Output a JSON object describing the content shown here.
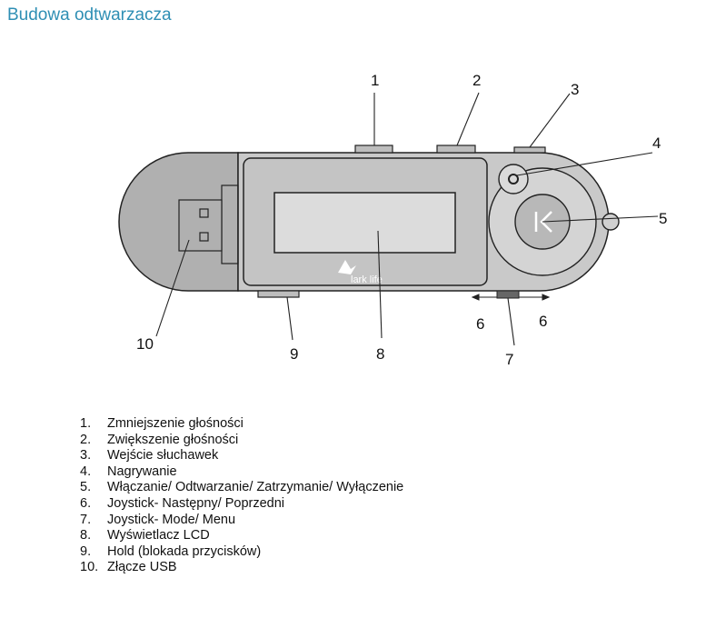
{
  "title": "Budowa odtwarzacza",
  "brand_logo_text": "lark life",
  "callouts": [
    "1",
    "2",
    "3",
    "4",
    "5",
    "6",
    "6",
    "7",
    "8",
    "9",
    "10"
  ],
  "legend": [
    {
      "num": "1.",
      "text": "Zmniejszenie głośności"
    },
    {
      "num": "2.",
      "text": "Zwiększenie głośności"
    },
    {
      "num": "3.",
      "text": "Wejście słuchawek"
    },
    {
      "num": "4.",
      "text": "Nagrywanie"
    },
    {
      "num": "5.",
      "text": "Włączanie/ Odtwarzanie/ Zatrzymanie/ Wyłączenie"
    },
    {
      "num": "6.",
      "text": "Joystick- Następny/ Poprzedni"
    },
    {
      "num": "7.",
      "text": "Joystick- Mode/ Menu"
    },
    {
      "num": "8.",
      "text": "Wyświetlacz LCD"
    },
    {
      "num": "9.",
      "text": "Hold (blokada przycisków)"
    },
    {
      "num": "10.",
      "text": "Złącze USB"
    }
  ],
  "colors": {
    "title": "#2f8fb4",
    "body_fill": "#c9c9c9",
    "cap_fill": "#b0b0b0",
    "screen_fill": "#dcdcdc"
  }
}
